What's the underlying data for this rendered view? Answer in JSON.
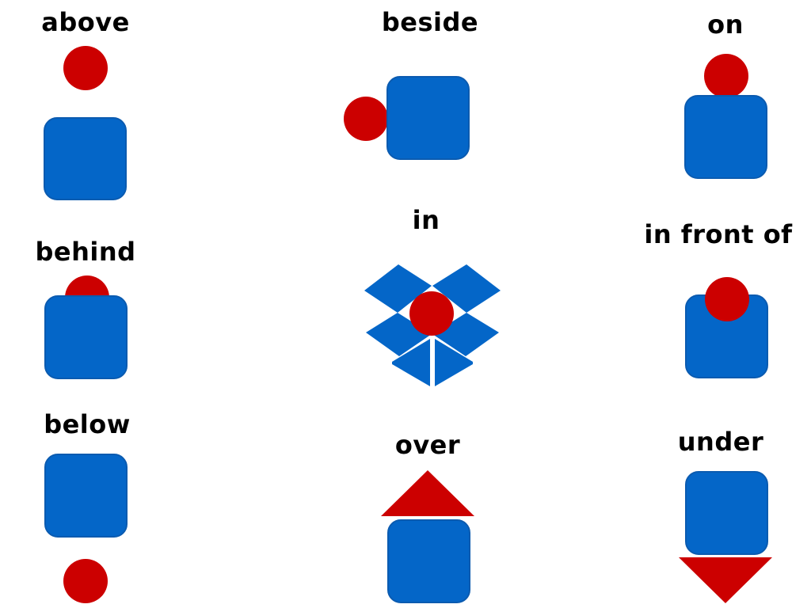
{
  "colors": {
    "square_fill": "#0466c8",
    "square_stroke": "#0b5bb0",
    "ball_fill": "#cc0000",
    "text": "#000000",
    "background": "#ffffff"
  },
  "panels": [
    {
      "id": "above",
      "label": "above"
    },
    {
      "id": "beside",
      "label": "beside"
    },
    {
      "id": "on",
      "label": "on"
    },
    {
      "id": "behind",
      "label": "behind"
    },
    {
      "id": "in",
      "label": "in"
    },
    {
      "id": "in-front-of",
      "label": "in front of"
    },
    {
      "id": "below",
      "label": "below"
    },
    {
      "id": "over",
      "label": "over"
    },
    {
      "id": "under",
      "label": "under"
    }
  ]
}
